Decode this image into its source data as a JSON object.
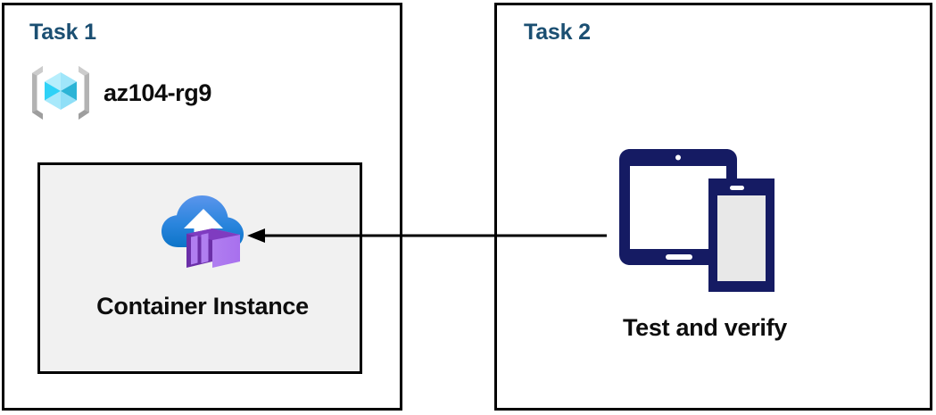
{
  "diagram": {
    "background": "#ffffff",
    "title_color": "#1b4f72",
    "border_color": "#000000",
    "inner_box_fill": "#f1f1f1",
    "arrow_color": "#000000",
    "device_color": "#151b63"
  },
  "panels": [
    {
      "id": "task1",
      "title": "Task 1",
      "resource_group": {
        "icon": "azure-resource-group-icon",
        "label": "az104-rg9"
      },
      "resource": {
        "icon": "azure-container-instance-icon",
        "label": "Container Instance"
      }
    },
    {
      "id": "task2",
      "title": "Task 2",
      "resource": {
        "icon": "devices-tablet-phone-icon",
        "label": "Test and verify"
      }
    }
  ],
  "connector": {
    "name": "arrow-task2-to-container-instance",
    "direction": "left",
    "from": "task2",
    "to": "task1"
  }
}
